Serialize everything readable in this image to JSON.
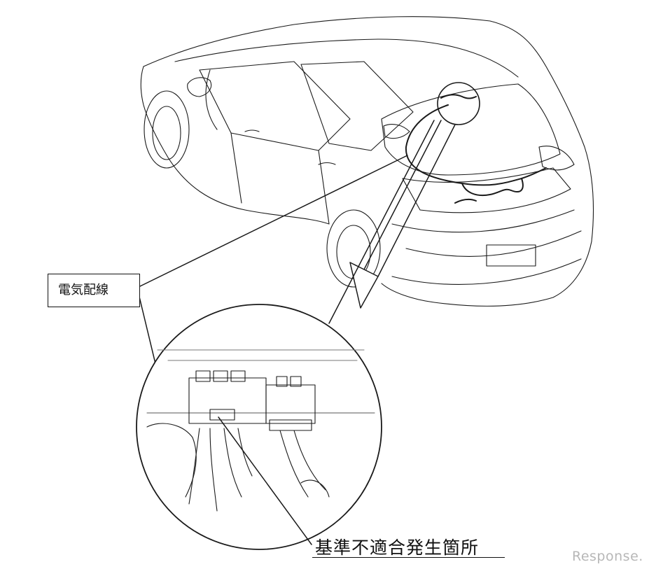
{
  "callout_label": "電気配線",
  "location_caption": "基準不適合発生箇所",
  "watermark": "Response."
}
